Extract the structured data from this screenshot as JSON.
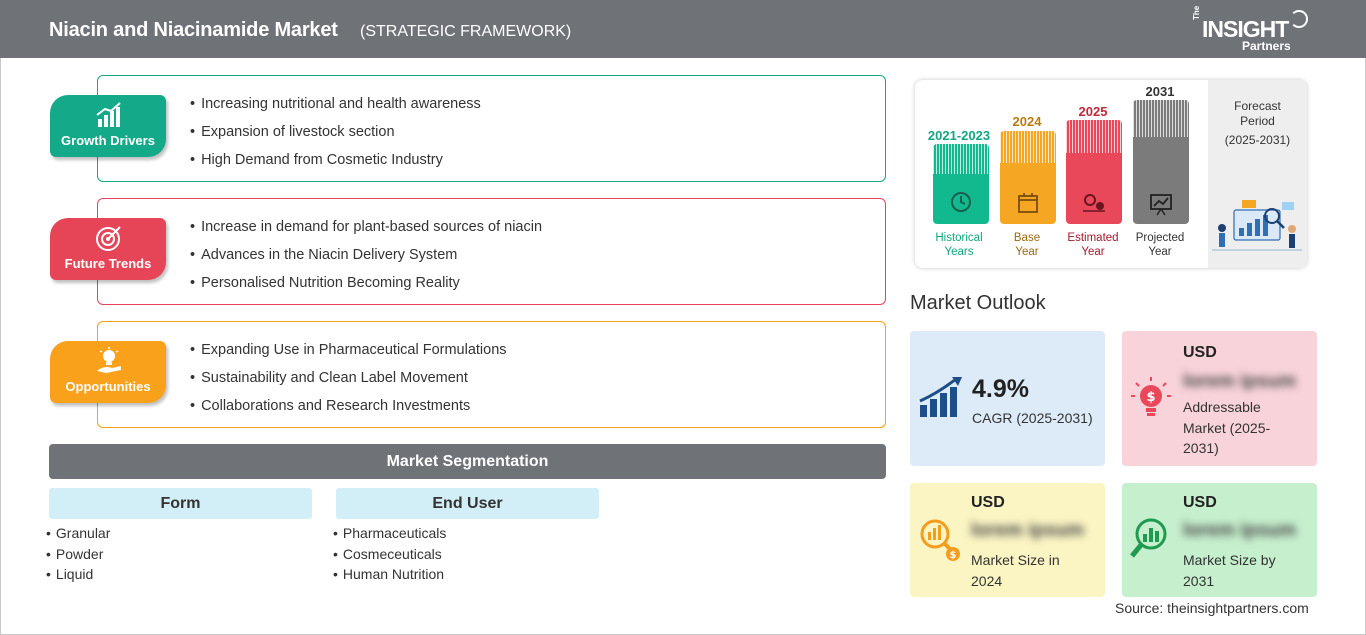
{
  "header": {
    "title": "Niacin and Niacinamide Market",
    "subtitle": "(STRATEGIC FRAMEWORK)",
    "logo": {
      "the": "The",
      "insight": "INSIGHT",
      "partners": "Partners"
    }
  },
  "colors": {
    "header_bg": "#6f7378",
    "growth": "#13a989",
    "trends": "#e64558",
    "opportunities": "#f9a11b",
    "historical": "#12b98f",
    "base": "#f5a623",
    "estimated": "#e8485a",
    "projected": "#7b7b7b"
  },
  "factors": [
    {
      "label": "Growth Drivers",
      "icon": "growth-chart-icon",
      "items": [
        "Increasing nutritional and health awareness",
        "Expansion of livestock section",
        "High Demand from Cosmetic Industry"
      ]
    },
    {
      "label": "Future Trends",
      "icon": "target-icon",
      "items": [
        "Increase in demand for plant-based sources of niacin",
        "Advances in the Niacin Delivery System",
        "Personalised Nutrition Becoming Reality"
      ]
    },
    {
      "label": "Opportunities",
      "icon": "lightbulb-hand-icon",
      "items": [
        "Expanding Use in Pharmaceutical Formulations",
        "Sustainability and Clean Label Movement",
        "Collaborations and Research Investments"
      ]
    }
  ],
  "segmentation": {
    "title": "Market Segmentation",
    "columns": [
      {
        "header": "Form",
        "items": [
          "Granular",
          "Powder",
          "Liquid"
        ]
      },
      {
        "header": "End User",
        "items": [
          "Pharmaceuticals",
          "Cosmeceuticals",
          "Human Nutrition"
        ]
      }
    ]
  },
  "timeline": {
    "periods": [
      {
        "year": "2021-2023",
        "label_line1": "Historical",
        "label_line2": "Years",
        "icon": "history-clock-icon"
      },
      {
        "year": "2024",
        "label_line1": "Base",
        "label_line2": "Year",
        "icon": "calendar-icon"
      },
      {
        "year": "2025",
        "label_line1": "Estimated",
        "label_line2": "Year",
        "icon": "estimate-gears-icon"
      },
      {
        "year": "2031",
        "label_line1": "Projected",
        "label_line2": "Year",
        "icon": "projection-board-icon"
      }
    ],
    "forecast": {
      "line1": "Forecast",
      "line2": "Period",
      "line3": "(2025-2031)"
    }
  },
  "outlook": {
    "title": "Market Outlook",
    "cagr": {
      "value": "4.9%",
      "label": "CAGR (2025-2031)",
      "icon": "rising-chart-icon"
    },
    "addressable": {
      "currency": "USD",
      "value": "lorem ipsum",
      "label_line1": "Addressable",
      "label_line2": "Market (2025-",
      "label_line3": "2031)",
      "icon": "money-bulb-icon"
    },
    "size_2024": {
      "currency": "USD",
      "value": "lorem ipsum",
      "label_line1": "Market Size in",
      "label_line2": "2024",
      "icon": "magnifier-money-icon"
    },
    "size_2031": {
      "currency": "USD",
      "value": "lorem ipsum",
      "label_line1": "Market Size by",
      "label_line2": "2031",
      "icon": "magnifier-chart-icon"
    }
  },
  "source": "Source: theinsightpartners.com"
}
